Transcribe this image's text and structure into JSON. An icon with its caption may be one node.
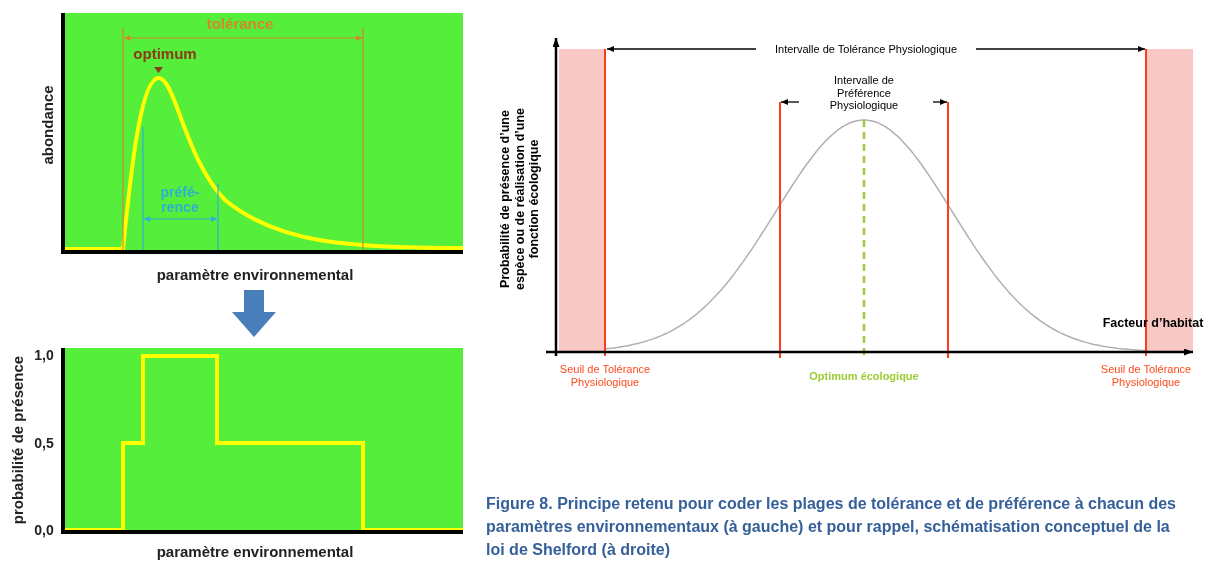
{
  "diagram": {
    "caption": "Figure 8. Principe retenu pour coder les plages de tolérance et de préférence à chacun des paramètres environnementaux (à gauche) et pour rappel, schématisation conceptuel de la loi de Shelford (à droite)",
    "labels": [
      "tolérance",
      "optimum",
      "abondance",
      "préfé-rence",
      "paramètre environnemental",
      "Intervalle de Tolérance Physiologique",
      "Intervalle de Préférence Physiologique",
      "Probabilité de présence d’une espèce ou de réalisation d’une fonction écologique",
      "Facteur d’habitat",
      "Seuil de Tolérance Physiologique",
      "Optimum écologique",
      "Seuil de Tolérance Physiologique",
      "probabilité de présence",
      "1,0",
      "0,5",
      "0,0",
      "paramètre environnemental"
    ]
  }
}
